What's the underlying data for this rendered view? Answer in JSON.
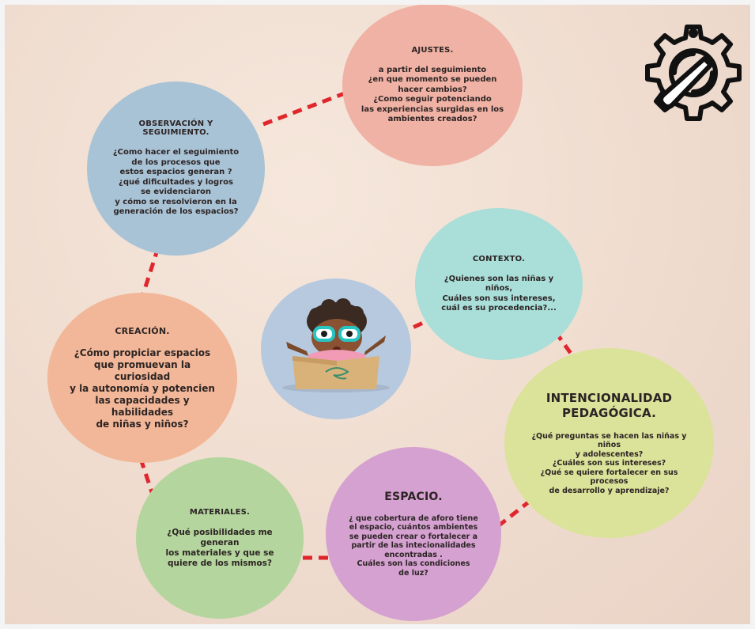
{
  "nodes": {
    "ajustes": {
      "title": "AJUSTES.",
      "body": "a partir del seguimiento\n¿en que momento se pueden\nhacer cambios?\n¿Como seguir potenciando\nlas experiencias surgidas en los\nambientes creados?"
    },
    "observacion": {
      "title": "OBSERVACIÓN Y SEGUIMIENTO.",
      "body": "¿Como hacer el seguimiento\nde los procesos que\nestos espacios generan ?\n¿qué dificultades y logros\nse evidenciaron\ny  cómo se resolvieron en la\ngeneración de los espacios?"
    },
    "contexto": {
      "title": "CONTEXTO.",
      "body": "¿Quienes son las niñas y niños,\nCuáles son sus intereses,\ncuál es su procedencia?..."
    },
    "creacion": {
      "title": "CREACIÓN.",
      "body": "¿Cómo propiciar espacios\nque promuevan la curiosidad\ny la autonomía y potencien\nlas  capacidades y habilidades\nde niñas y niños?"
    },
    "intencionalidad": {
      "title": "INTENCIONALIDAD\nPEDAGÓGICA.",
      "body": "¿Qué preguntas se hacen las niñas y niños\ny adolescentes?\n¿Cuáles son sus intereses?\n¿Qué se quiere fortalecer en sus procesos\nde desarrollo y aprendizaje?"
    },
    "espacio": {
      "title": "ESPACIO.",
      "body": "¿ que cobertura de  aforo tiene\nel espacio, cuántos ambientes\nse pueden crear o fortalecer a\npartir de las intecionalidades\nencontradas .\nCuáles son las condiciones\nde luz?"
    },
    "materiales": {
      "title": "MATERIALES.",
      "body": "¿Qué posibilidades me\ngeneran\nlos materiales y que se\nquiere de los mismos?"
    }
  },
  "colors": {
    "observacion": "#a9c3d6",
    "ajustes": "#efb2a4",
    "contexto": "#a9ded9",
    "creacion": "#f2b798",
    "intencionalidad": "#dbe29a",
    "espacio": "#d5a1d1",
    "materiales": "#b4d59d",
    "center": "#b6c9df",
    "connector": "#e0262c"
  },
  "icons": {
    "corner": "gear-wrench-icon",
    "center": "child-in-box-illustration"
  }
}
